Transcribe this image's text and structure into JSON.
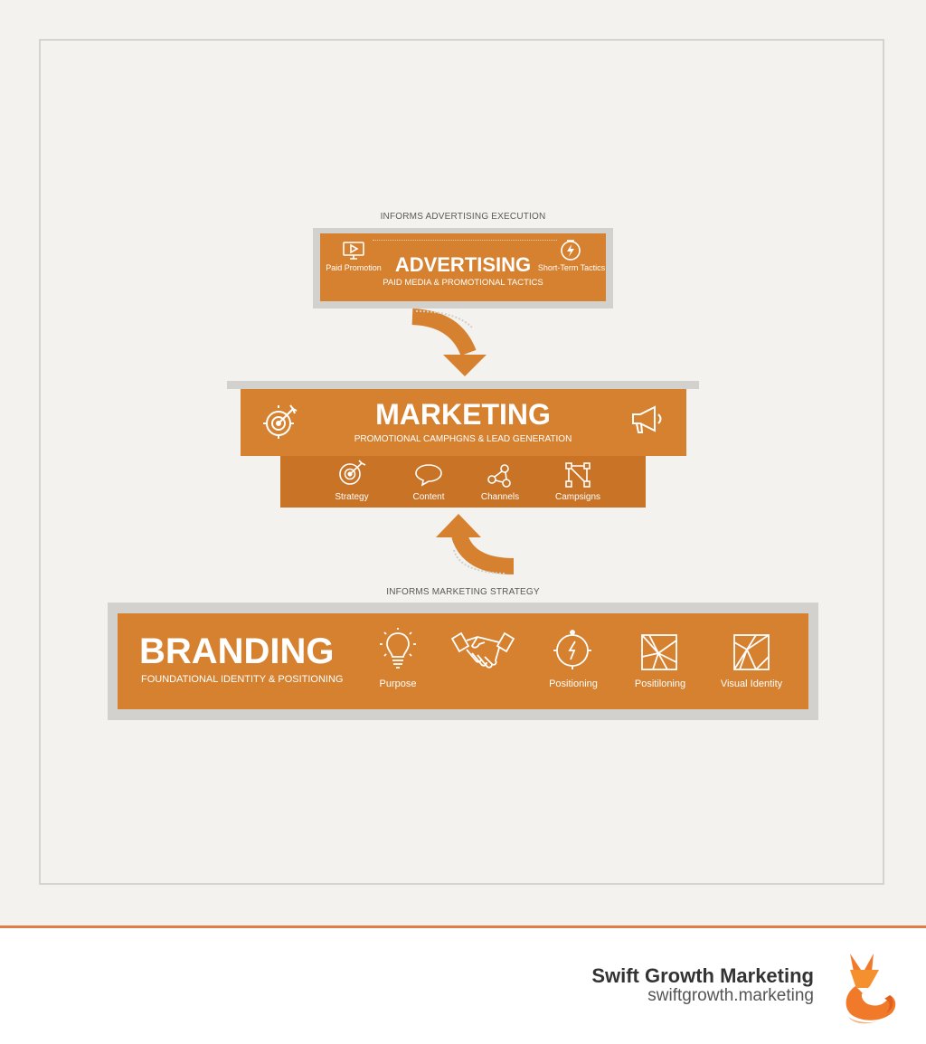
{
  "advertising": {
    "note": "INFORMS ADVERTISING EXECUTION",
    "title": "ADVERTISING",
    "subtitle": "PAID MEDIA & PROMOTIONAL TACTICS",
    "left_item": {
      "label": "Paid Promotion",
      "icon": "video-ad-icon"
    },
    "right_item": {
      "label": "Short-Term Tactics",
      "icon": "lightning-clock-icon"
    }
  },
  "marketing": {
    "title": "MARKETING",
    "subtitle": "PROMOTIONAL CAMPHGNS & LEAD GENERATION",
    "left_icon": "target-icon",
    "right_icon": "megaphone-icon",
    "items": [
      {
        "label": "Strategy",
        "icon": "target-icon"
      },
      {
        "label": "Content",
        "icon": "chat-bubble-icon"
      },
      {
        "label": "Channels",
        "icon": "network-icon"
      },
      {
        "label": "Campsigns",
        "icon": "nodes-icon"
      }
    ]
  },
  "branding": {
    "note": "INFORMS MARKETING STRATEGY",
    "title": "BRANDING",
    "subtitle": "FOUNDATIONAL IDENTITY & POSITIONING",
    "items": [
      {
        "label": "Purpose",
        "icon": "lightbulb-icon"
      },
      {
        "label": "",
        "icon": "handshake-icon"
      },
      {
        "label": "Positioning",
        "icon": "compass-icon"
      },
      {
        "label": "Positiloning",
        "icon": "geometric-frame-icon"
      },
      {
        "label": "Visual Identity",
        "icon": "geometric-frame-icon"
      }
    ]
  },
  "footer": {
    "brand": "Swift Growth Marketing",
    "url": "swiftgrowth.marketing",
    "logo": "fox-logo"
  },
  "colors": {
    "orange": "#d6812f",
    "orange_dark": "#c97326",
    "accent_line": "#e27c45",
    "background": "#f3f2ee"
  }
}
